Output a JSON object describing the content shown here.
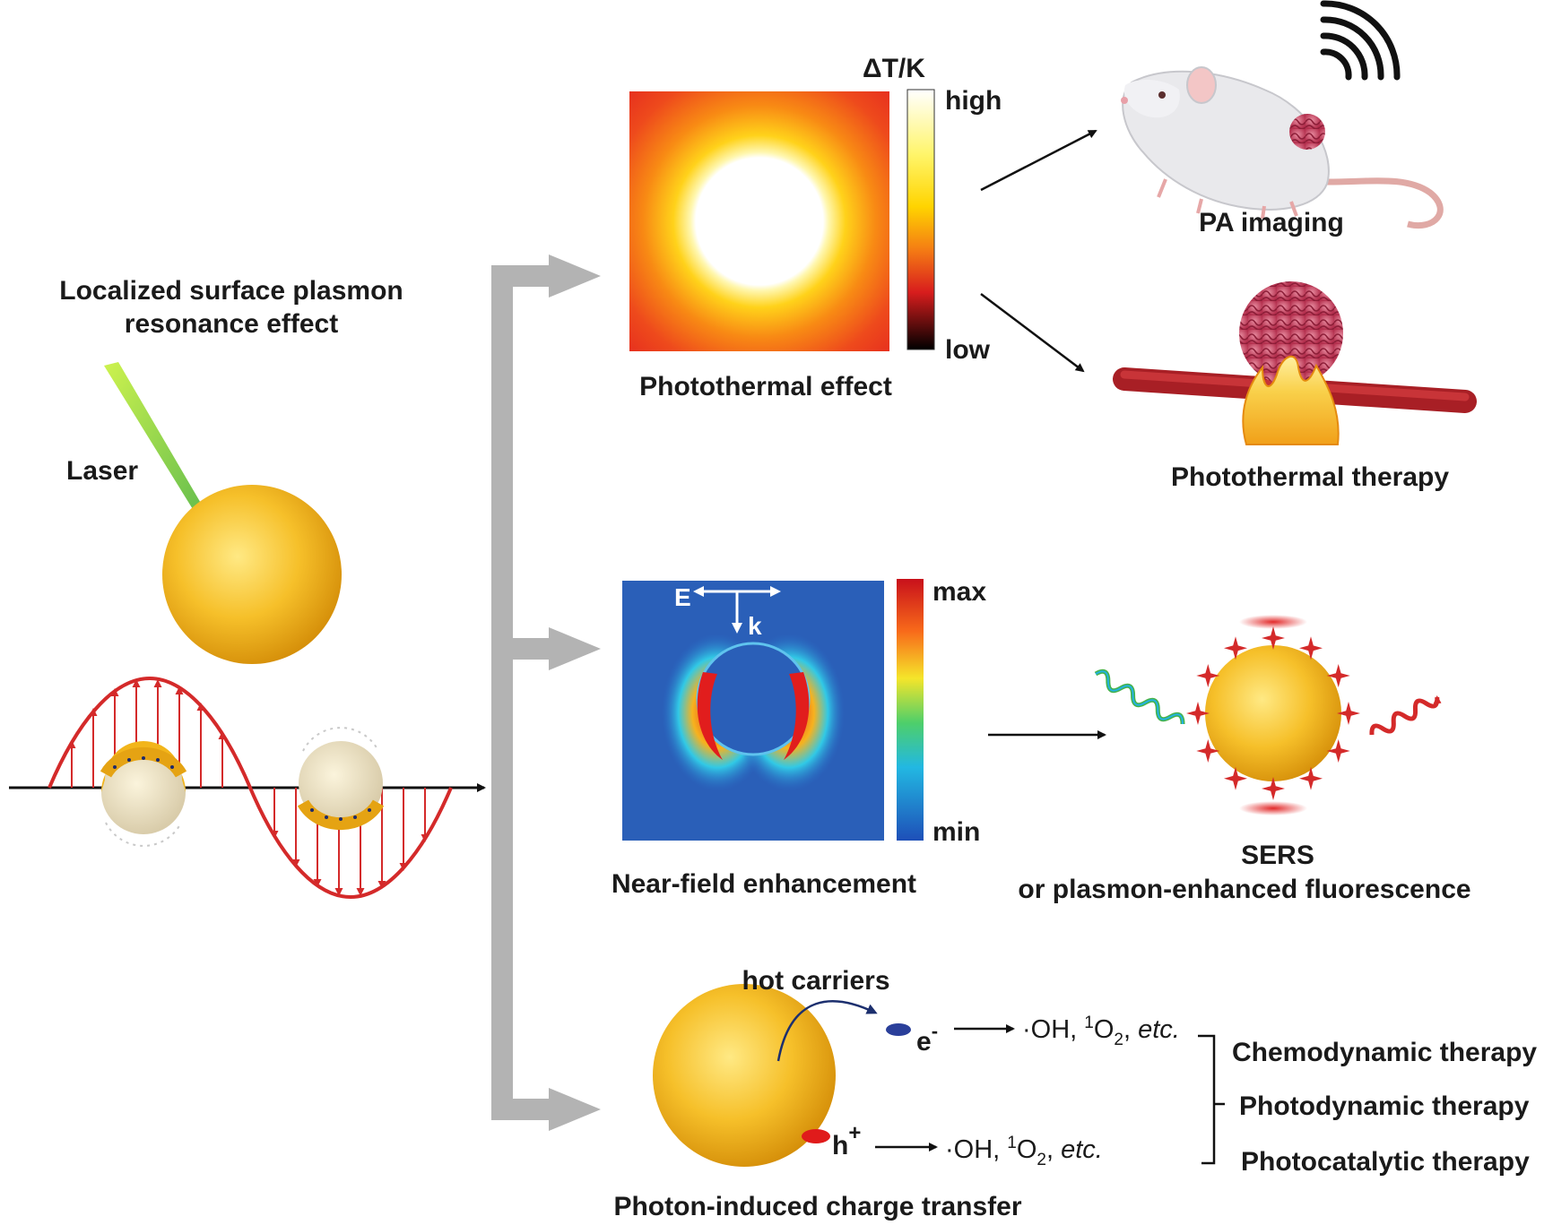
{
  "lspr": {
    "title_line1": "Localized surface plasmon",
    "title_line2": "resonance effect",
    "laser_label": "Laser"
  },
  "photothermal": {
    "caption": "Photothermal effect",
    "scale_title": "ΔT/K",
    "scale_high": "high",
    "scale_low": "low",
    "outcome_imaging": "PA imaging",
    "outcome_therapy": "Photothermal therapy"
  },
  "nearfield": {
    "caption": "Near-field enhancement",
    "field_label": "E",
    "wave_label": "k",
    "scale_max": "max",
    "scale_min": "min",
    "outcome_line1": "SERS",
    "outcome_line2": "or plasmon-enhanced fluorescence"
  },
  "charge_transfer": {
    "caption": "Photon-induced charge transfer",
    "hot_carriers": "hot carriers",
    "electron": "e",
    "electron_sign": "-",
    "hole": "h",
    "hole_sign": "+",
    "species_prefix": "·OH, ",
    "species_sup": "1",
    "species_mid": "O",
    "species_sub": "2",
    "species_sep": ", ",
    "species_etc": "etc.",
    "therapy_1": "Chemodynamic therapy",
    "therapy_2": "Photodynamic therapy",
    "therapy_3": "Photocatalytic therapy"
  },
  "colors": {
    "gold": "#f3b51b",
    "wave_red": "#d42a2a",
    "connector_gray": "#b3b3b3",
    "field_blue": "#2a5fb8"
  }
}
